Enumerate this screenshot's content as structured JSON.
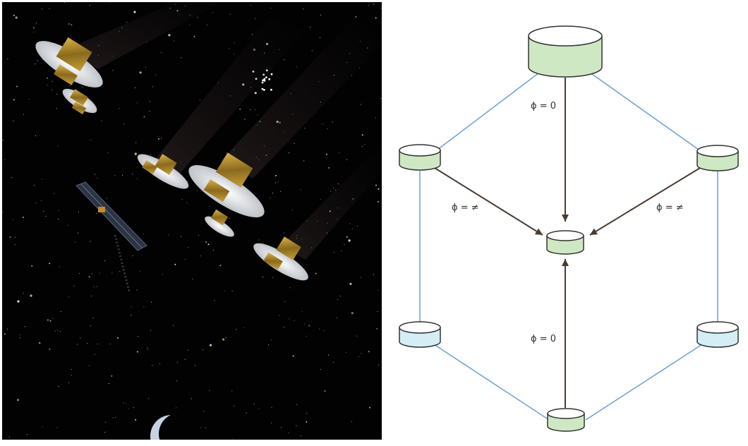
{
  "artwork": {
    "subject": "satellites-in-space"
  },
  "diagram": {
    "labels": {
      "top_to_center": "ϕ = 0",
      "left_to_center": "ϕ = ≠",
      "right_to_center": "ϕ = ≠",
      "bottom_to_center": "ϕ = 0"
    },
    "colors": {
      "green_fill": "#cfe8c4",
      "blue_fill": "#d5eef6",
      "edge_blue": "#6a9fd6",
      "arrow_dark": "#4a3a32"
    }
  }
}
